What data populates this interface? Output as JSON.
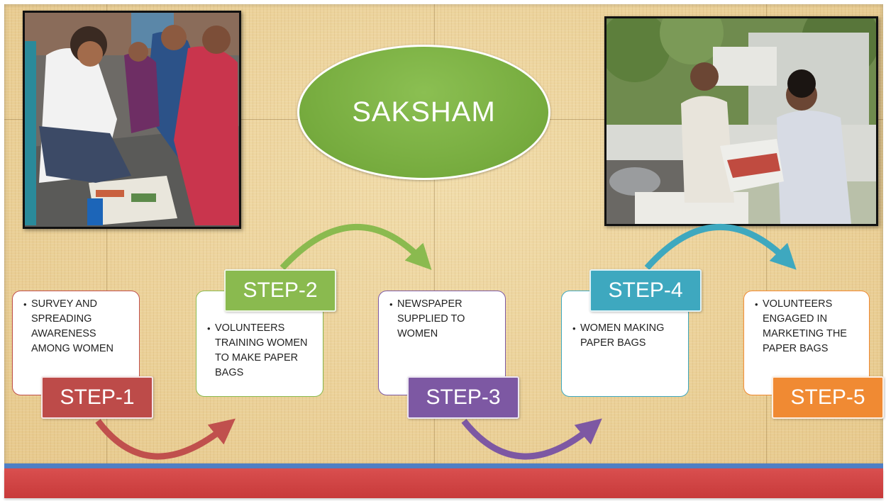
{
  "title": "SAKSHAM",
  "steps": [
    {
      "label": "STEP-1",
      "text": "SURVEY AND SPREADING AWARENESS AMONG WOMEN",
      "color": "#bd4b49"
    },
    {
      "label": "STEP-2",
      "text": "VOLUNTEERS TRAINING WOMEN TO MAKE PAPER BAGS",
      "color": "#8aba4f"
    },
    {
      "label": "STEP-3",
      "text": "NEWSPAPER SUPPLIED TO WOMEN",
      "color": "#7d58a3"
    },
    {
      "label": "STEP-4",
      "text": "WOMEN MAKING PAPER BAGS",
      "color": "#3ea8bf"
    },
    {
      "label": "STEP-5",
      "text": "VOLUNTEERS ENGAGED IN MARKETING THE PAPER BAGS",
      "color": "#f08a33"
    }
  ],
  "arrow_colors": {
    "arrow_1_2": "#c0504d",
    "arrow_2_3": "#8aba4f",
    "arrow_3_4": "#7d58a3",
    "arrow_4_5": "#3ea8bf"
  },
  "photos": [
    {
      "name": "volunteer-with-women-photo"
    },
    {
      "name": "volunteers-holding-paper-bags-photo"
    }
  ],
  "theme": {
    "band_blue": "#4f7fc4",
    "band_red": "#cc3e3e"
  }
}
